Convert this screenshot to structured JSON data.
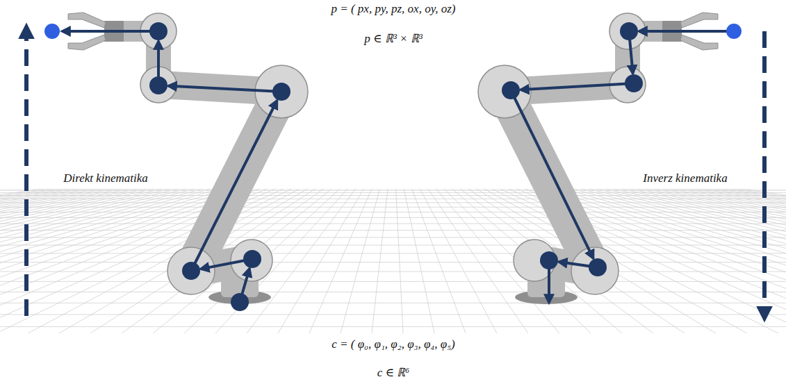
{
  "diagram": {
    "labels": [
      "p = ( px, py, pz, ox, oy, oz)",
      "p ∈ ℝ³ × ℝ³",
      "Direkt kinematika",
      "Inverz kinematika",
      "c = ( φ₀, φ₁, φ₂, φ₃, φ₄, φ₅)",
      "c ∈ ℝ⁶"
    ]
  }
}
